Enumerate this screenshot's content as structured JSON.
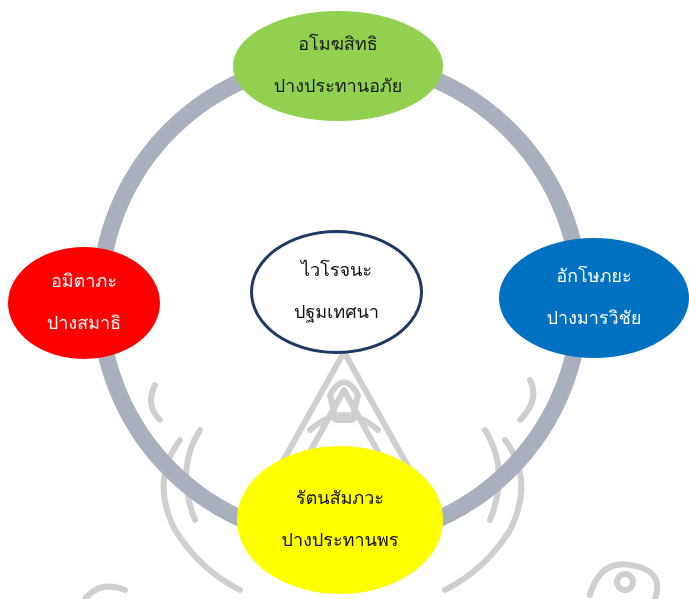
{
  "diagram": {
    "center": {
      "line1": "ไวโรจนะ",
      "line2": "ปฐมเทศนา"
    },
    "top": {
      "line1": "อโมฆสิทธิ",
      "line2": "ปางประทานอภัย"
    },
    "right": {
      "line1": "อักโษภยะ",
      "line2": "ปางมารวิชัย"
    },
    "bottom": {
      "line1": "รัตนสัมภวะ",
      "line2": "ปางประทานพร"
    },
    "left": {
      "line1": "อมิตาภะ",
      "line2": "ปางสมาธิ"
    }
  },
  "colors": {
    "ring": "#a9afbd",
    "top": "#92d050",
    "right": "#0070c0",
    "bottom": "#ffff00",
    "left": "#ff0000",
    "center_border": "#1f3864",
    "watermark": "#c9c9c9"
  }
}
